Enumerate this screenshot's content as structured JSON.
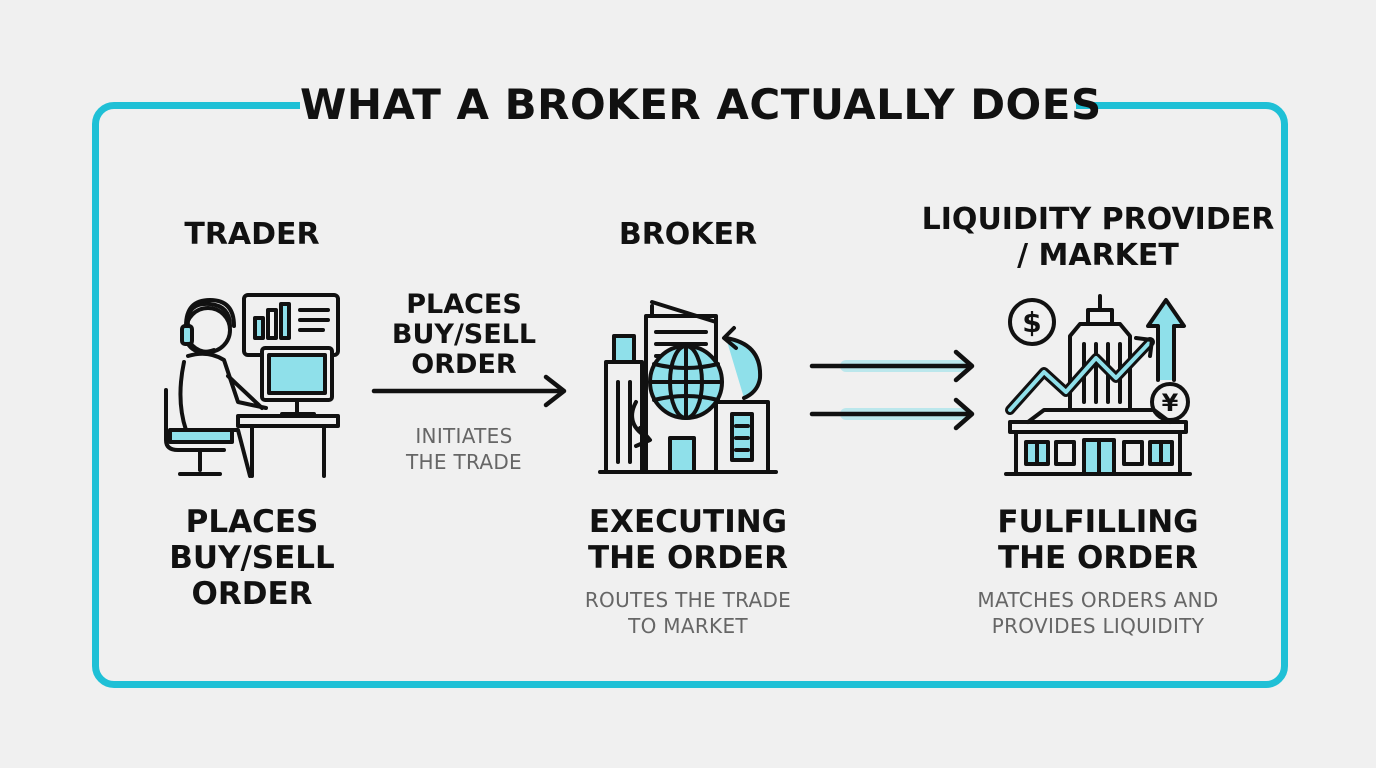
{
  "title": "WHAT A BROKER ACTUALLY DOES",
  "accent_color": "#1fc0d6",
  "trader": {
    "label": "TRADER",
    "icon": "trader-at-desk-icon",
    "action_lines": [
      "PLACES",
      "BUY/SELL",
      "ORDER"
    ]
  },
  "arrow_trader_broker": {
    "label_lines": [
      "PLACES",
      "BUY/SELL",
      "ORDER"
    ],
    "sub_lines": [
      "INITIATES",
      "THE TRADE"
    ]
  },
  "broker": {
    "label": "BROKER",
    "icon": "broker-building-globe-icon",
    "action_lines": [
      "EXECUTING",
      "THE ORDER"
    ],
    "sub_lines": [
      "ROUTES THE TRADE",
      "TO MARKET"
    ]
  },
  "market": {
    "label_lines": [
      "LIQUIDITY PROVIDER",
      "/ MARKET"
    ],
    "icon": "market-exchange-icon",
    "action_lines": [
      "FULFILLING",
      "THE ORDER"
    ],
    "sub_lines": [
      "MATCHES ORDERS AND",
      "PROVIDES LIQUIDITY"
    ]
  }
}
